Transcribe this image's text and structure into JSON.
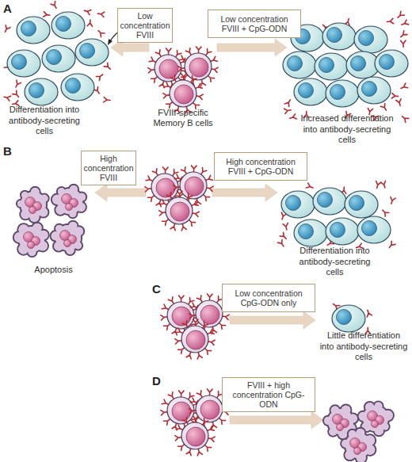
{
  "diagram": {
    "nodes": [
      {
        "text": [
          "Low concentration FVIII"
        ]
      },
      {
        "text": [
          "Low concentration FVIII + CpG-ODN"
        ]
      },
      {
        "text": [
          "Differentiation into antibody-secreting cells"
        ]
      },
      {
        "text": [
          "FVIII-specific Memory B cells"
        ]
      },
      {
        "text": [
          "Increased differentiation into antibody-secreting cells"
        ]
      },
      {
        "text": [
          "High concentration FVIII"
        ]
      },
      {
        "text": [
          "High concentration FVIII + CpG-ODN"
        ]
      },
      {
        "text": [
          "Apoptosis"
        ]
      },
      {
        "text": []
      },
      {
        "text": [
          "Differentiation into antibody-secreting cells"
        ]
      },
      {
        "text": [
          "Low concentration CpG-ODN only"
        ]
      },
      {
        "text": []
      },
      {
        "text": [
          "Little differentiation into antibody-secreting cells"
        ]
      },
      {
        "text": [
          "FVIII + high concentration CpG-ODN"
        ]
      },
      {
        "text": []
      },
      {
        "text": []
      }
    ],
    "edges": [
      {
        "from": 3,
        "to": 2,
        "arrow": "to"
      },
      {
        "from": 3,
        "to": 4,
        "arrow": "to"
      },
      {
        "from": 8,
        "to": 7,
        "arrow": "to"
      },
      {
        "from": 8,
        "to": 9,
        "arrow": "to"
      },
      {
        "from": 11,
        "to": 12,
        "arrow": "to"
      },
      {
        "from": 14,
        "to": 15,
        "arrow": "to"
      }
    ],
    "labels": [
      "A",
      "B",
      "C",
      "D"
    ]
  }
}
